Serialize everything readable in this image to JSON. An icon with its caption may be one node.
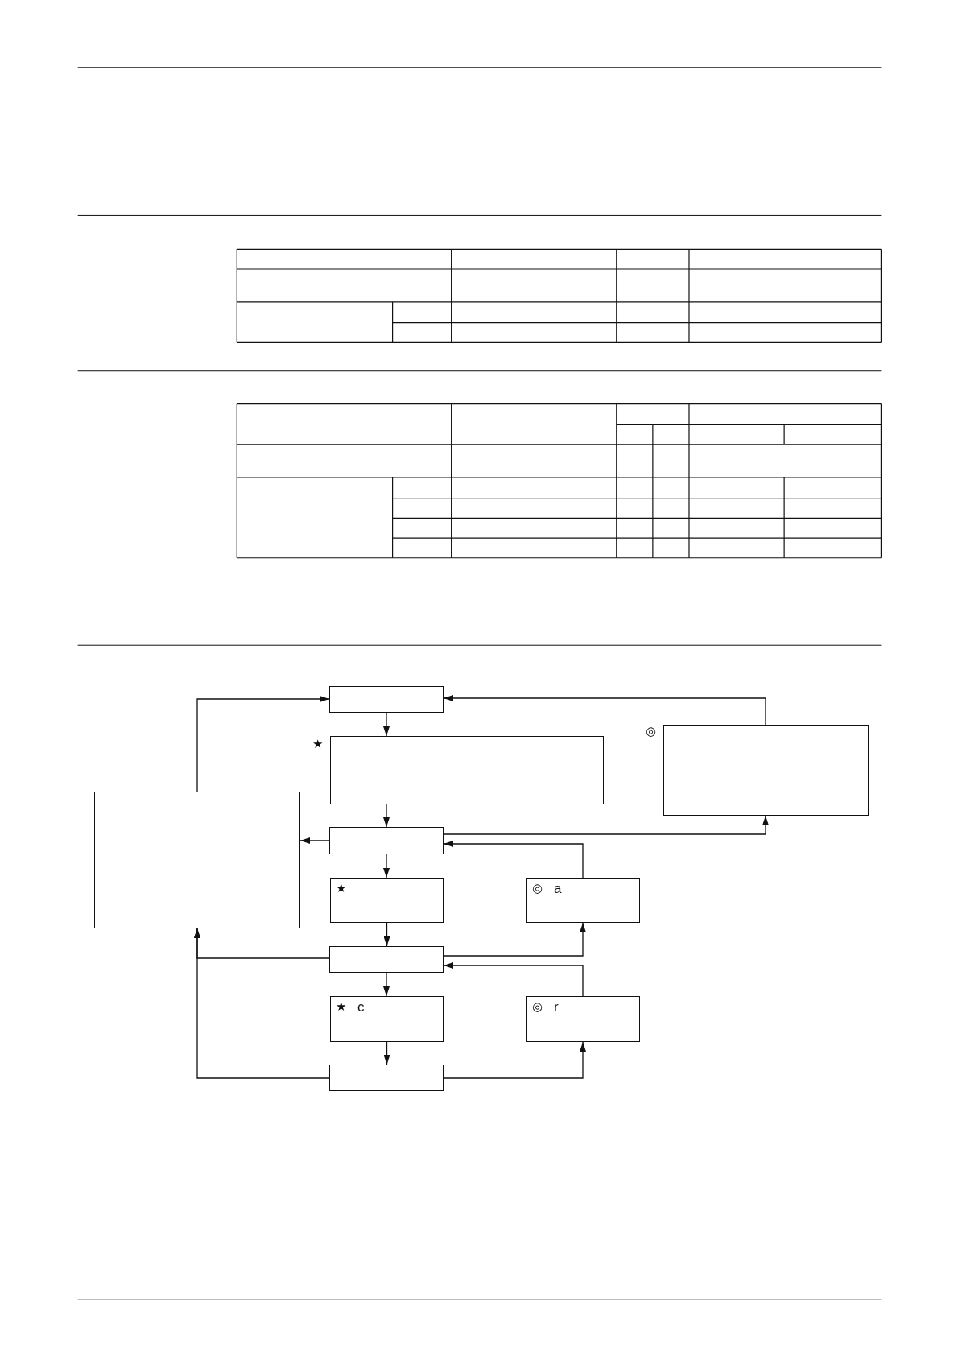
{
  "diagram": {
    "nodes": [
      {
        "text": [],
        "shape": "box"
      },
      {
        "text": [],
        "shape": "box",
        "beside": [
          "◎"
        ]
      },
      {
        "text": [],
        "shape": "box",
        "beside": [
          "★"
        ]
      },
      {
        "text": [],
        "shape": "box"
      },
      {
        "text": [],
        "shape": "box"
      },
      {
        "text": [
          "★"
        ]
      },
      {
        "text": [
          "◎",
          "a"
        ]
      },
      {
        "text": [],
        "shape": "box"
      },
      {
        "text": [
          "★",
          "c"
        ]
      },
      {
        "text": [
          "◎",
          "r"
        ]
      },
      {
        "text": [],
        "shape": "box"
      }
    ],
    "edges": [
      {
        "from": 0,
        "to": 2,
        "arrow": "to"
      },
      {
        "from": 2,
        "to": 4,
        "arrow": "to"
      },
      {
        "from": 4,
        "to": 5,
        "arrow": "to"
      },
      {
        "from": 5,
        "to": 7,
        "arrow": "to"
      },
      {
        "from": 7,
        "to": 8,
        "arrow": "to"
      },
      {
        "from": 8,
        "to": 10,
        "arrow": "to"
      },
      {
        "from": 3,
        "to": 0,
        "arrow": "to"
      },
      {
        "from": 4,
        "to": 3,
        "arrow": "to"
      },
      {
        "from": 1,
        "to": 0,
        "arrow": "to"
      },
      {
        "from": 4,
        "to": 1,
        "arrow": "to"
      },
      {
        "from": 6,
        "to": 4,
        "arrow": "to"
      },
      {
        "from": 7,
        "to": 6,
        "arrow": "to"
      },
      {
        "from": 9,
        "to": 7,
        "arrow": "to"
      },
      {
        "from": 10,
        "to": 9,
        "arrow": "to"
      },
      {
        "from": 7,
        "to": 3,
        "arrow": "to"
      },
      {
        "from": 10,
        "to": 3,
        "arrow": "to"
      }
    ]
  }
}
